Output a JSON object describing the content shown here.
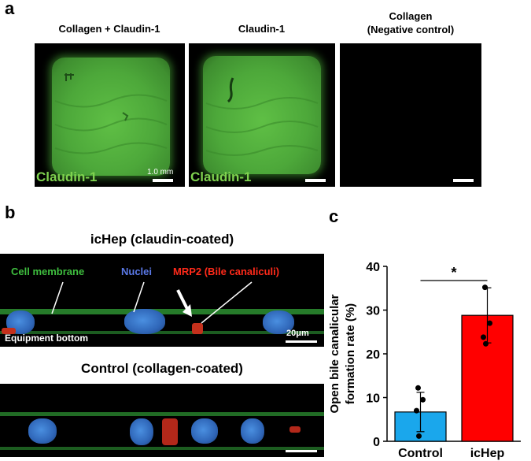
{
  "panel_a": {
    "letter": "a",
    "columns": [
      {
        "title": "Collagen + Claudin-1",
        "stain_label": "Claudin-1",
        "scale_label": "1.0 mm",
        "stained": true
      },
      {
        "title": "Claudin-1",
        "stain_label": "Claudin-1",
        "scale_label": "",
        "stained": true
      },
      {
        "title": "Collagen\n(Negative control)",
        "stain_label": "",
        "scale_label": "",
        "stained": false
      }
    ]
  },
  "panel_b": {
    "letter": "b",
    "top_title": "icHep (claudin-coated)",
    "bottom_title": "Control (collagen-coated)",
    "labels": {
      "membrane": "Cell membrane",
      "nuclei": "Nuclei",
      "mrp2": "MRP2 (Bile canaliculi)",
      "bottom": "Equipment bottom",
      "scale": "20μm"
    },
    "colors": {
      "membrane": "#3fbf3f",
      "nuclei": "#5a78e6",
      "mrp2": "#ff2a1a"
    }
  },
  "panel_c": {
    "letter": "c",
    "chart_data": {
      "type": "bar",
      "categories": [
        "Control",
        "icHep"
      ],
      "values": [
        6.7,
        28.8
      ],
      "errors": [
        4.5,
        6.3
      ],
      "points": [
        [
          12.2,
          9.5,
          7.0,
          1.2
        ],
        [
          35.2,
          27.0,
          23.8,
          22.3
        ]
      ],
      "colors": [
        "#1aa7ec",
        "#ff0000"
      ],
      "ylabel": "Open bile canalicular\nformation rate (%)",
      "ylim": [
        0,
        40
      ],
      "yticks": [
        0,
        10,
        20,
        30,
        40
      ],
      "significance": "*"
    }
  }
}
